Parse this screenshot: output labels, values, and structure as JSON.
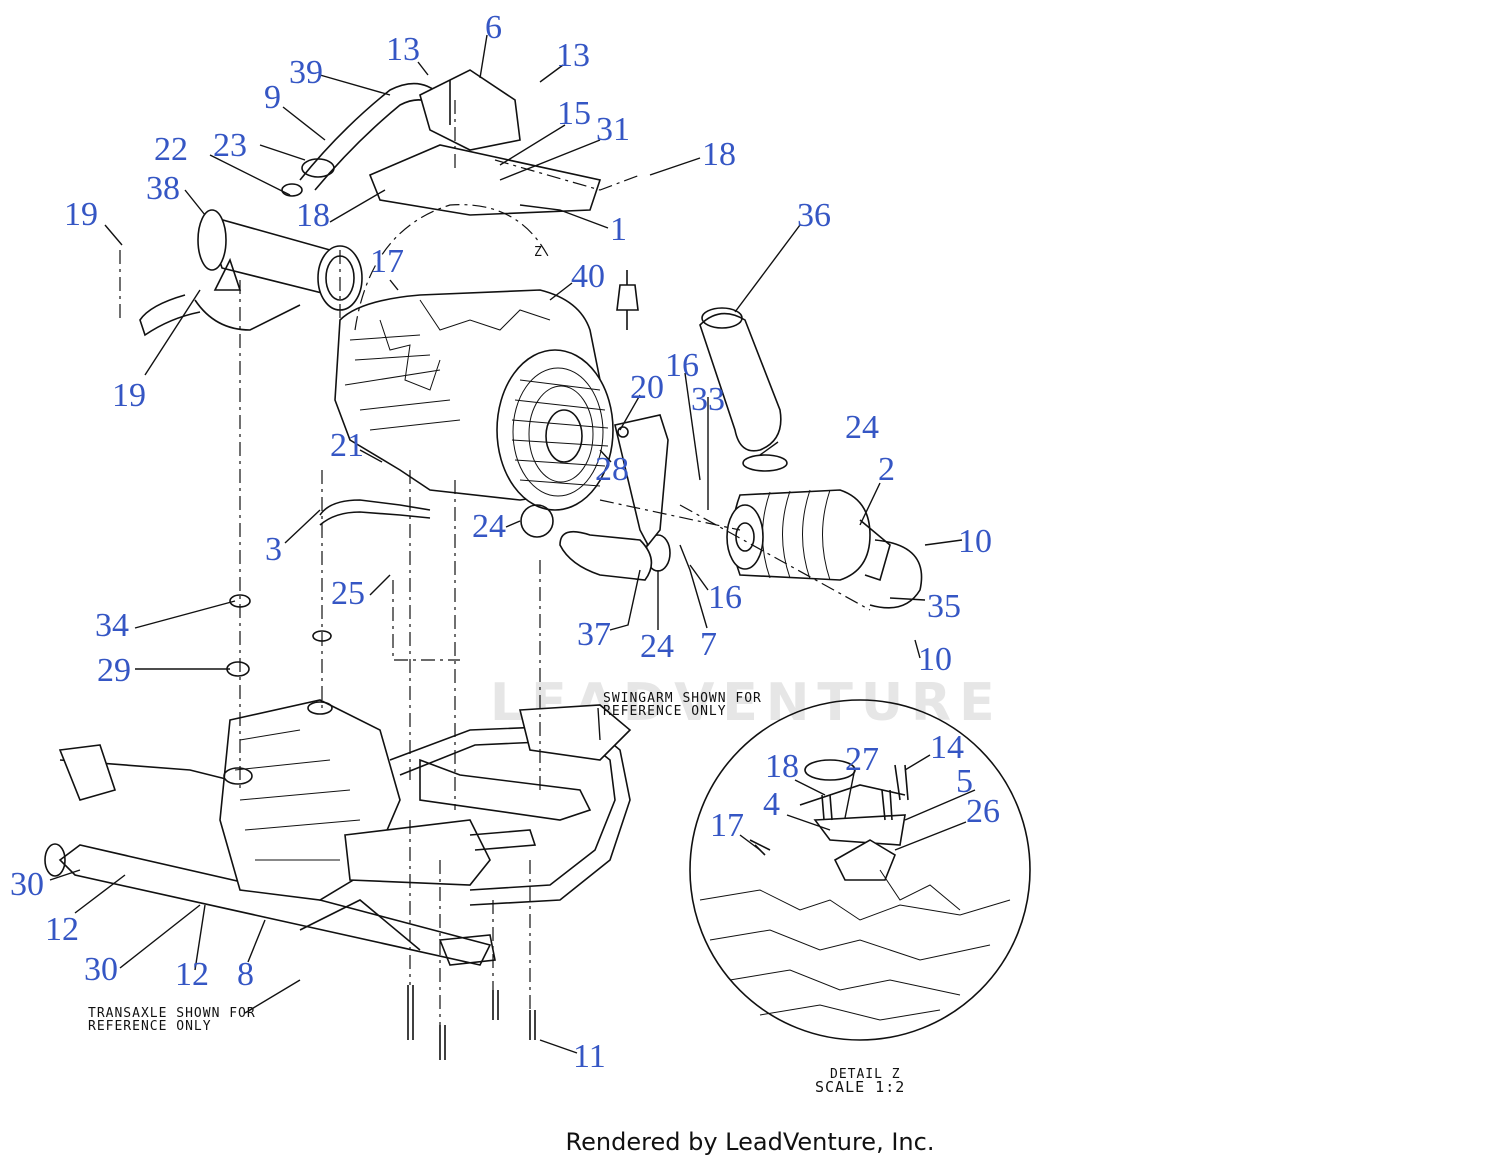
{
  "footer_text": "Rendered by LeadVenture, Inc.",
  "watermark_text": "LEADVENTURE",
  "notes": {
    "swingarm_line1": "SWINGARM SHOWN FOR",
    "swingarm_line2": "REFERENCE ONLY",
    "transaxle_line1": "TRANSAXLE SHOWN FOR",
    "transaxle_line2": "REFERENCE ONLY",
    "detail_title": "DETAIL Z",
    "detail_scale": "SCALE 1:2",
    "detail_marker": "Z"
  },
  "callouts": {
    "c1": "1",
    "c2": "2",
    "c3": "3",
    "c4": "4",
    "c5": "5",
    "c6": "6",
    "c7": "7",
    "c8": "8",
    "c9": "9",
    "c10a": "10",
    "c10b": "10",
    "c11": "11",
    "c12a": "12",
    "c12b": "12",
    "c13a": "13",
    "c13b": "13",
    "c14": "14",
    "c15": "15",
    "c16a": "16",
    "c16b": "16",
    "c17a": "17",
    "c17b": "17",
    "c18a": "18",
    "c18b": "18",
    "c18c": "18",
    "c19a": "19",
    "c19b": "19",
    "c20": "20",
    "c21": "21",
    "c22": "22",
    "c23": "23",
    "c24a": "24",
    "c24b": "24",
    "c24c": "24",
    "c25": "25",
    "c26": "26",
    "c27": "27",
    "c28": "28",
    "c29": "29",
    "c30a": "30",
    "c30b": "30",
    "c31": "31",
    "c33": "33",
    "c34": "34",
    "c35": "35",
    "c36": "36",
    "c37": "37",
    "c38": "38",
    "c39": "39",
    "c40": "40"
  },
  "colors": {
    "callout": "#3556c4",
    "line": "#111111",
    "watermark": "#e6e6e6"
  }
}
